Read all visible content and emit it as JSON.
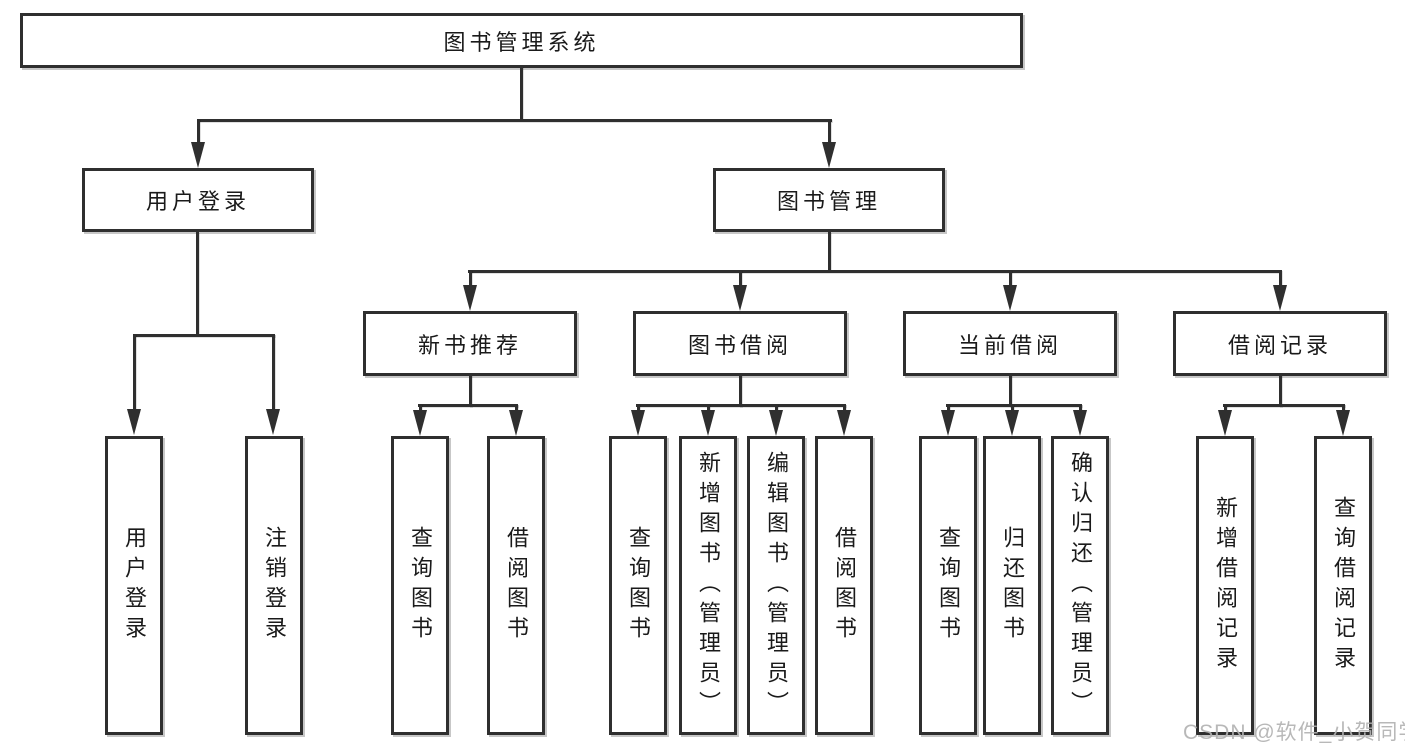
{
  "diagram": {
    "title": "图书管理系统",
    "level2": [
      {
        "label": "用户登录"
      },
      {
        "label": "图书管理"
      }
    ],
    "level3": [
      {
        "label": "新书推荐"
      },
      {
        "label": "图书借阅"
      },
      {
        "label": "当前借阅"
      },
      {
        "label": "借阅记录"
      }
    ],
    "leaves": {
      "user": [
        "用户登录",
        "注销登录"
      ],
      "recommend": [
        "查询图书",
        "借阅图书"
      ],
      "borrow": [
        "查询图书",
        "新增图书（管理员）",
        "编辑图书（管理员）",
        "借阅图书"
      ],
      "current": [
        "查询图书",
        "归还图书",
        "确认归还（管理员）"
      ],
      "records": [
        "新增借阅记录",
        "查询借阅记录"
      ]
    },
    "colors": {
      "line": "#2f2f2f",
      "text": "#1a1a1a",
      "background": "#ffffff"
    }
  },
  "watermark": {
    "text": "CSDN @软件_小贺同学",
    "color": "#b3b3b3"
  }
}
